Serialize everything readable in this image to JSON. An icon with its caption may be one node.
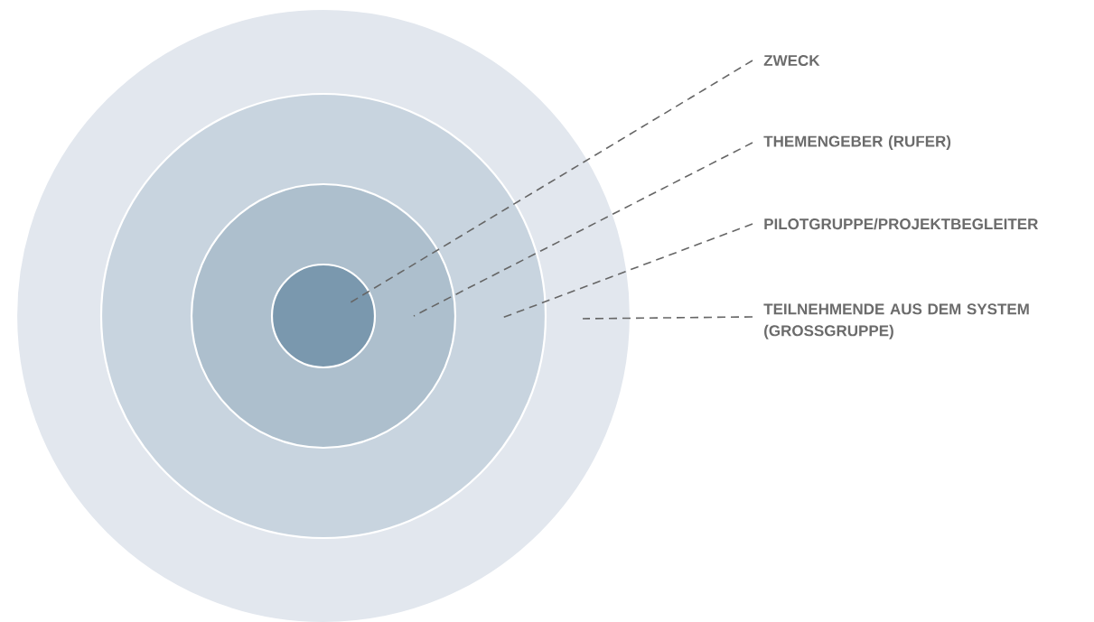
{
  "diagram": {
    "nodes": [
      {
        "text": [],
        "shape": "circle"
      },
      {
        "text": [],
        "shape": "circle",
        "in": 0
      },
      {
        "text": [],
        "shape": "circle",
        "in": 1
      },
      {
        "text": [],
        "shape": "circle",
        "in": 2
      },
      {
        "text": [
          "ZWECK"
        ]
      },
      {
        "text": [
          "THEMENGEBER (RUFER)"
        ]
      },
      {
        "text": [
          "PILOTGRUPPE/PROJEKTBEGLEITER"
        ]
      },
      {
        "text": [
          "TEILNEHMENDE AUS DEM SYSTEM (GROSSGRUPPE)"
        ]
      }
    ],
    "edges": [
      {
        "from": 4,
        "to": 3,
        "arrow": "none",
        "style": "dashed"
      },
      {
        "from": 5,
        "to": 2,
        "arrow": "none",
        "style": "dashed"
      },
      {
        "from": 6,
        "to": 1,
        "arrow": "none",
        "style": "dashed"
      },
      {
        "from": 7,
        "to": 0,
        "arrow": "none",
        "style": "dashed"
      }
    ]
  }
}
